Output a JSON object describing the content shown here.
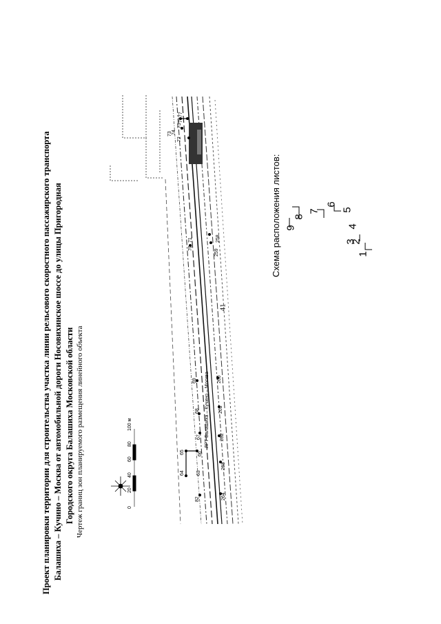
{
  "page": {
    "number": "41"
  },
  "title": {
    "line1": "Проект планировки территории для строительства участка линии рельсового скоростного пассажирского транспорта",
    "line2": "Балашиха – Кучино – Москва от автомобильной дороги Носовихинское шоссе до улицы Пригородная",
    "line3": "Городского округа Балашиха Московской области",
    "subtitle": "Чертеж границ зон планируемого размещения линейного объекта"
  },
  "map": {
    "line_name": "ЛРТ Балашиха – Кучино – Москва",
    "top_labels": [
      "82",
      "64",
      "65",
      "63",
      "66",
      "67",
      "68",
      "69",
      "70",
      "71",
      "72",
      "73",
      "74",
      "75",
      "76",
      "77"
    ],
    "bottom_labels": [
      "264",
      "263",
      "262",
      "261",
      "260",
      "259",
      "258"
    ],
    "scale": {
      "ticks": [
        "0",
        "20",
        "40",
        "60",
        "80",
        "100 м"
      ]
    }
  },
  "scheme": {
    "title": "Схема расположения листов:",
    "sheets": [
      "1",
      "2",
      "3",
      "4",
      "5",
      "6",
      "7",
      "8",
      "9"
    ]
  }
}
